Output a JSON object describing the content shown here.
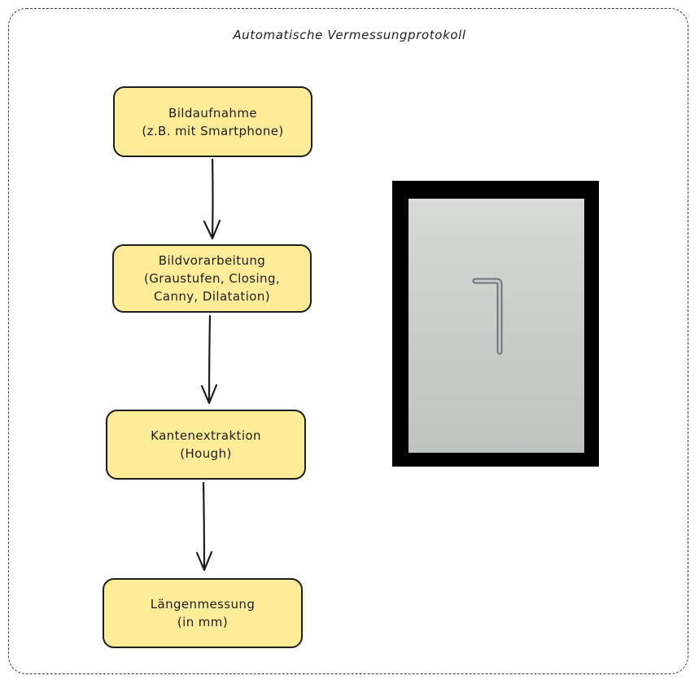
{
  "diagram": {
    "title": "Automatische Vermessungprotokoll",
    "steps": [
      {
        "line1": "Bildaufnahme",
        "line2": "(z.B. mit Smartphone)",
        "line3": ""
      },
      {
        "line1": "Bildvorarbeitung",
        "line2": "(Graustufen, Closing,",
        "line3": "Canny, Dilatation)"
      },
      {
        "line1": "Kantenextraktion",
        "line2": "(Hough)",
        "line3": ""
      },
      {
        "line1": "Längenmessung",
        "line2": "(in mm)",
        "line3": ""
      }
    ],
    "colors": {
      "node_fill": "#ffec99",
      "stroke": "#1e1e1e",
      "photo_border": "#000000"
    },
    "photo": {
      "subject_icon": "allen-key-icon"
    }
  }
}
